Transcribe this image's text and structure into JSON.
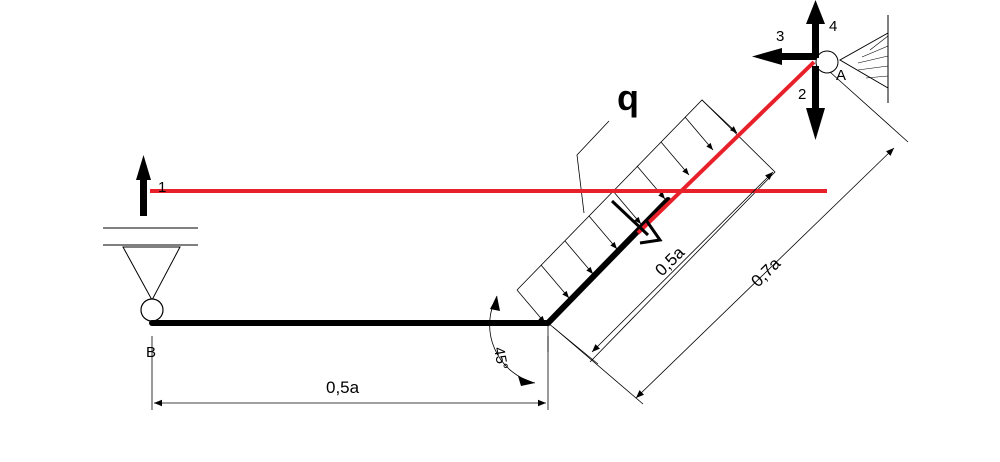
{
  "diagram": {
    "labels": {
      "load": "q",
      "support_a": "A",
      "support_b": "B",
      "angle": "45°",
      "dim_bottom": "0,5a",
      "dim_inner": "0,5a",
      "dim_outer": "0,7a"
    },
    "forces": {
      "f1": "1",
      "f2": "2",
      "f3": "3",
      "f4": "4"
    },
    "colors": {
      "beam": "#000000",
      "highlight": "#e8202a",
      "dim": "#000000"
    }
  }
}
